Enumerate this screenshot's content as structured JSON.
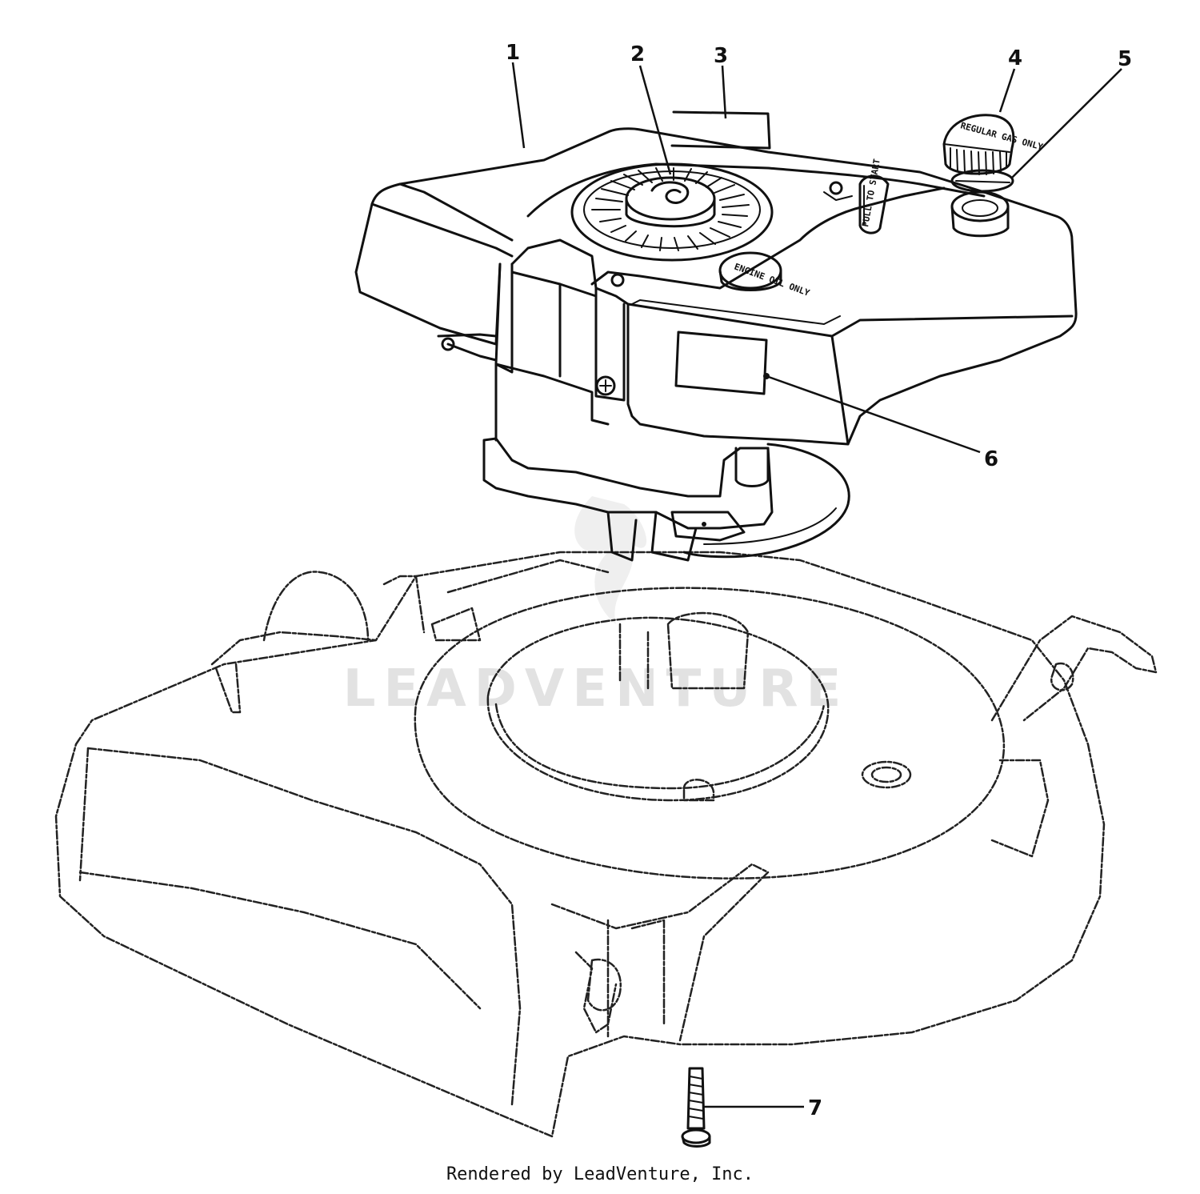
{
  "callouts": [
    {
      "id": "1",
      "label": "1"
    },
    {
      "id": "2",
      "label": "2"
    },
    {
      "id": "3",
      "label": "3"
    },
    {
      "id": "4",
      "label": "4"
    },
    {
      "id": "5",
      "label": "5"
    },
    {
      "id": "6",
      "label": "6"
    },
    {
      "id": "7",
      "label": "7"
    }
  ],
  "watermark": "LEADVENTURE",
  "cap_text": {
    "oil_cap": "ENGINE OIL ONLY",
    "fuel_cap": "REGULAR GAS ONLY",
    "pull_handle": "PULL TO START"
  },
  "caption": "Rendered by LeadVenture, Inc."
}
